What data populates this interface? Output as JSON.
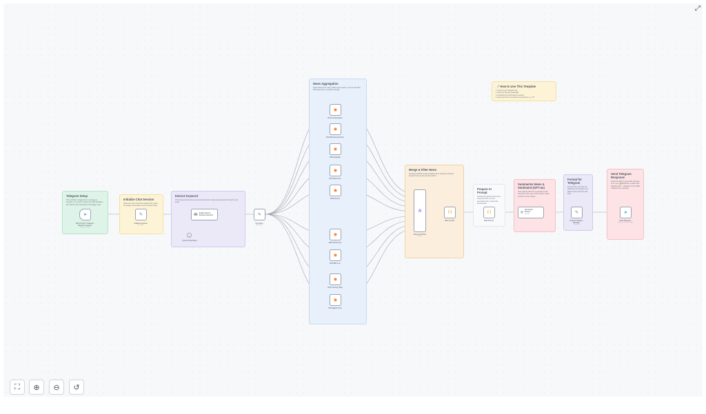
{
  "stickies": {
    "telegram_setup": {
      "title": "Telegram Setup",
      "text": "This workflow is triggered by a message in Telegram. You need to create a bot with BotFather, then add the bot credentials to this trigger node."
    },
    "chat_session": {
      "title": "Initialize Chat Session",
      "text": "Saves the user's chat ID as session ID in order to manage conversation memory across steps."
    },
    "extract_keyword": {
      "title": "Extract Keyword",
      "text": "This AI agent parses the user input and returns a single news keyword to search news feeds."
    },
    "news_aggregation": {
      "title": "News Aggregation",
      "text": "Fetch articles from many public news sources. You can add other RSS feeds here to expand coverage."
    },
    "how_to_use": {
      "title": "📝 How to Use This Template",
      "lines": [
        "1. Connect your Telegram bot",
        "2. Add your OpenAI credentials",
        "3. Customize the RSS feeds if needed",
        "4. Ask your bot for news about any keyword, e.g. \"AI\""
      ]
    },
    "merge_filter": {
      "title": "Merge & Filter News",
      "text": "Combines all RSS results and filters them using the extracted keyword to keep only relevant articles."
    },
    "prepare_prompt": {
      "title": "Prepare AI Prompt",
      "text": "Formats the articles found into a prompt for GPT so it can summarize them. Keeps title, link and date."
    },
    "summarize": {
      "title": "Summarize News & Sentiment (GPT-4o)",
      "text": "Uses OpenAI GPT-4o to generate a short summary of the news, and to detect overall sentiment of the articles."
    },
    "format_telegram": {
      "title": "Format for Telegram",
      "text": "Converts the summary into Markdown for Telegram and adds the list of sources with links."
    },
    "send_response": {
      "title": "Send Telegram Response",
      "text": "Sends the GPT-4o generated summary to the user. ✅ Markdown enabled with clickable links. ⚠ Telegram limit is 4096 characters per message."
    }
  },
  "nodes": {
    "telegram_trigger": {
      "label": "Start Prompt in Telegram",
      "label2": "Bound for Analysis",
      "sub": "Telegram Trigger"
    },
    "init_session": {
      "label": "Initialise keywords",
      "sub": "Set node"
    },
    "agent": {
      "label": "Explain News &",
      "label2": "Sentiment keyword"
    },
    "chat_model": {
      "label": "OpenAI Chat Model"
    },
    "set_nodes": {
      "label": "Set Nodes",
      "sub": "Edit Fields"
    },
    "rss_items": [
      "RSS Tomshardware",
      "RSS Bloomberg Europe",
      "RSS Engadget",
      "RSS Wired.com",
      "RSS Reuters",
      "RSS TechCrunch",
      "RSS BBC Live",
      "RSS TheVerge Blog",
      "RSS Digital Trend"
    ],
    "merge": {
      "label": "Merge All Articles",
      "sub": "Merge"
    },
    "filter": {
      "label": "Filter by topic"
    },
    "build_prompt": {
      "label": "Build Prompt"
    },
    "summarize_node": {
      "label": "Summarize",
      "label2": "News &",
      "sub": "OpenAI"
    },
    "prepare_telegram": {
      "label": "Prepare Telegram",
      "label2": "Message",
      "sub": "Set node"
    },
    "send_node": {
      "label": "Send Response",
      "sub": "Telegram: send message"
    }
  },
  "icons": {
    "telegram": "paper-plane-icon",
    "rss": "rss-icon",
    "pen": "pencil-icon",
    "code": "code-braces-icon",
    "merge": "merge-icon",
    "robot": "robot-icon",
    "openai": "openai-icon",
    "fit_view": "fit-view-icon",
    "zoom_in": "zoom-in-icon",
    "zoom_out": "zoom-out-icon",
    "reset": "reset-zoom-icon",
    "expand": "expand-icon"
  },
  "colors": {
    "rss": "#f97316",
    "telegram": "#2aa3df",
    "merge": "#8b5cf6",
    "code": "#f59e0b",
    "edge": "#9ca3af"
  }
}
